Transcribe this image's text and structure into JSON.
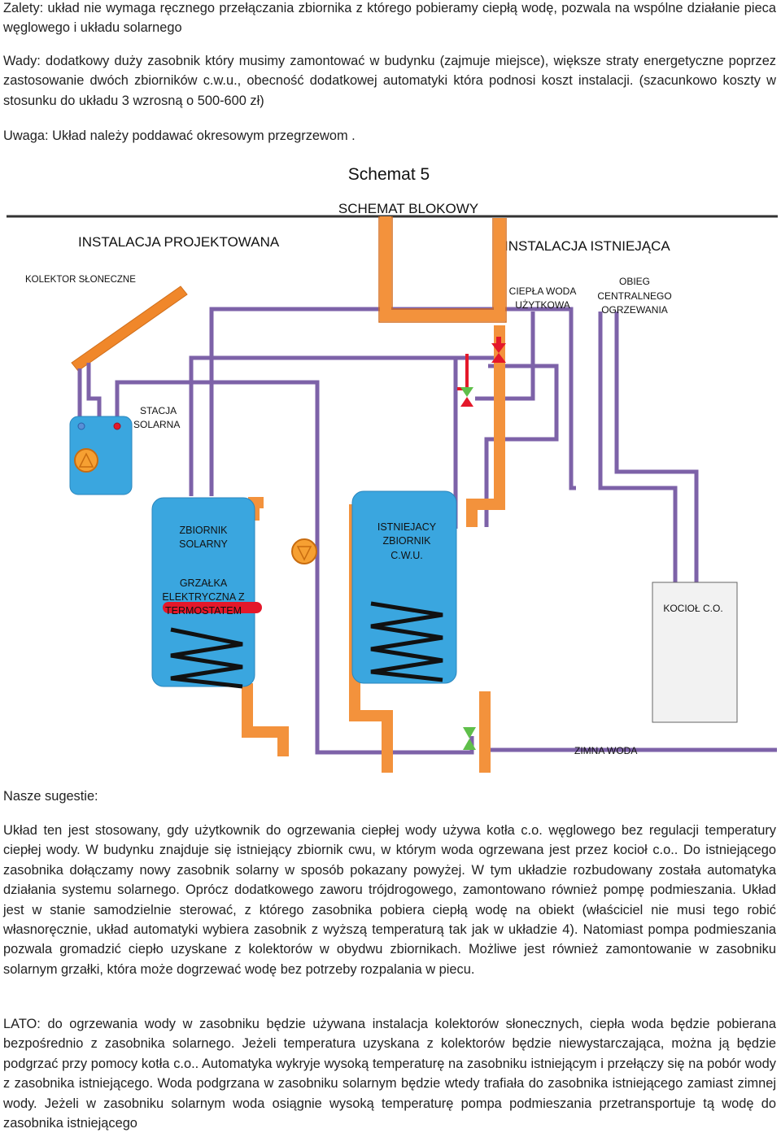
{
  "paragraphs": {
    "zalety": "Zalety: układ nie wymaga ręcznego przełączania zbiornika z którego pobieramy ciepłą wodę, pozwala na wspólne działanie pieca węglowego i układu solarnego",
    "wady": "Wady: dodatkowy duży zasobnik który musimy zamontować w budynku (zajmuje miejsce), większe straty energetyczne poprzez zastosowanie dwóch zbiorników c.w.u., obecność dodatkowej automatyki która podnosi koszt instalacji. (szacunkowo koszty w stosunku do układu 3 wzrosną o 500-600 zł)",
    "uwaga": "Uwaga: Układ należy poddawać okresowym przegrzewom .",
    "sugestie_heading": "Nasze sugestie:",
    "uklad": "Układ ten jest stosowany, gdy użytkownik do ogrzewania ciepłej wody używa kotła c.o. węglowego bez regulacji temperatury ciepłej wody. W budynku znajduje się istniejący zbiornik cwu, w którym woda ogrzewana jest przez kocioł c.o.. Do istniejącego zasobnika dołączamy nowy zasobnik solarny w sposób pokazany powyżej. W tym układzie rozbudowany została automatyka działania systemu solarnego. Oprócz dodatkowego zaworu trójdrogowego, zamontowano również pompę podmieszania. Układ jest w stanie samodzielnie sterować, z którego zasobnika pobiera ciepłą wodę na obiekt (właściciel nie musi tego robić własnoręcznie, układ automatyki wybiera zasobnik z wyższą temperaturą tak jak w układzie 4). Natomiast pompa podmieszania pozwala gromadzić ciepło uzyskane z kolektorów w obydwu zbiornikach. Możliwe jest również zamontowanie w zasobniku solarnym grzałki, która może dogrzewać wodę bez potrzeby rozpalania w piecu.",
    "lato": "LATO: do ogrzewania wody w zasobniku będzie używana instalacja kolektorów słonecznych, ciepła woda będzie pobierana bezpośrednio z zasobnika solarnego. Jeżeli temperatura uzyskana z kolektorów będzie niewystarczająca, można ją będzie podgrzać przy pomocy kotła c.o.. Automatyka wykryje wysoką temperaturę na zasobniku istniejącym i przełączy  się na pobór wody z zasobnika istniejącego. Woda podgrzana w zasobniku solarnym będzie wtedy trafiała do zasobnika istniejącego zamiast zimnej wody. Jeżeli w zasobniku solarnym woda osiągnie wysoką temperaturę pompa podmieszania przetransportuje tą wodę do zasobnika istniejącego"
  },
  "diagram": {
    "title": "Schemat 5",
    "subtitle": "SCHEMAT BLOKOWY",
    "left_section": "INSTALACJA PROJEKTOWANA",
    "right_section": "INSTALACJA ISTNIEJĄCA",
    "collector": "KOLEKTOR SŁONECZNE",
    "station_l1": "STACJA",
    "station_l2": "SOLARNA",
    "solar_tank_l1": "ZBIORNIK",
    "solar_tank_l2": "SOLARNY",
    "heater_l1": "GRZAŁKA",
    "heater_l2": "ELEKTRYCZNA Z",
    "heater_l3": "TERMOSTATEM",
    "existing_tank_l1": "ISTNIEJACY",
    "existing_tank_l2": "ZBIORNIK",
    "existing_tank_l3": "C.W.U.",
    "hot_water_l1": "CIEPŁA WODA",
    "hot_water_l2": "UŻYTKOWA",
    "central_l1": "OBIEG",
    "central_l2": "CENTRALNEGO",
    "central_l3": "OGRZEWANIA",
    "boiler": "KOCIOŁ C.O.",
    "cold_water": "ZIMNA WODA"
  },
  "colors": {
    "orange_pipe": "#f3923c",
    "purple_pipe": "#7d62a8",
    "red_pipe": "#e4182a",
    "tank_blue": "#3aa6df",
    "valve_green": "#5fbf4a",
    "collector_orange": "#f0872a"
  }
}
